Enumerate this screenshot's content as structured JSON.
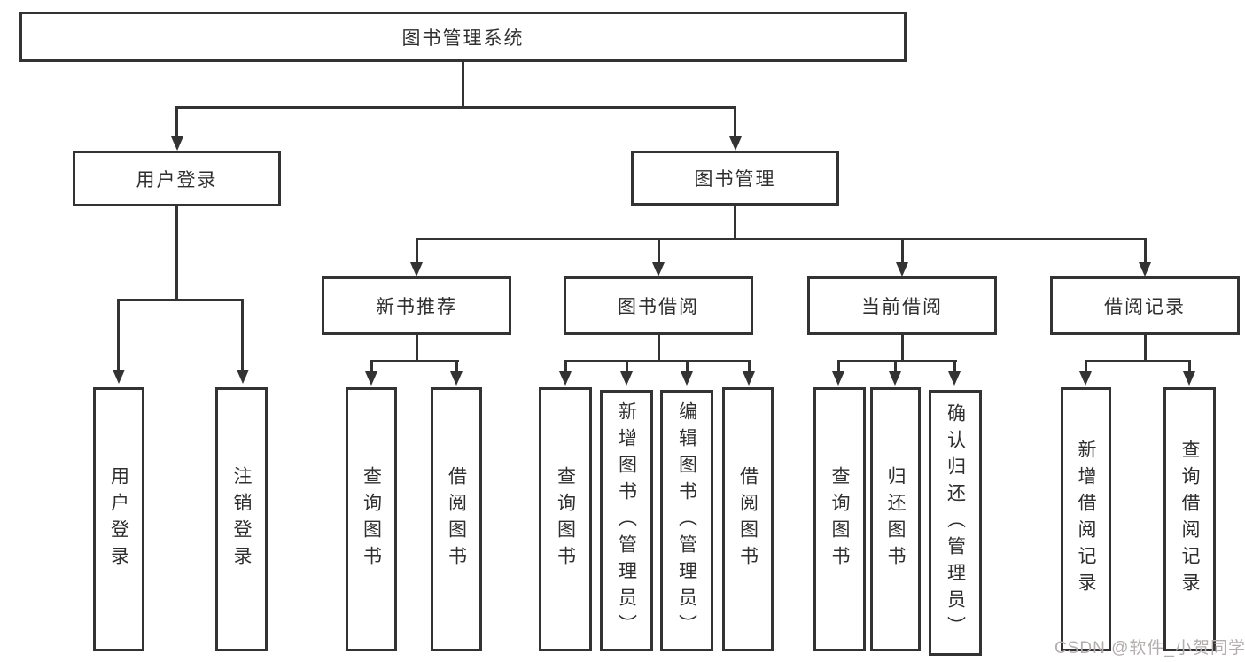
{
  "diagram": {
    "root": {
      "label": "图书管理系统"
    },
    "level2": {
      "user_login": {
        "label": "用户登录"
      },
      "book_mgmt": {
        "label": "图书管理"
      }
    },
    "level3": {
      "new_books": {
        "label": "新书推荐"
      },
      "book_borrow": {
        "label": "图书借阅"
      },
      "current_borrow": {
        "label": "当前借阅"
      },
      "borrow_records": {
        "label": "借阅记录"
      }
    },
    "level4": {
      "login": {
        "label": "用户登录"
      },
      "logout": {
        "label": "注销登录"
      },
      "nb_query": {
        "label": "查询图书"
      },
      "nb_borrow": {
        "label": "借阅图书"
      },
      "bb_query": {
        "label": "查询图书"
      },
      "bb_add": {
        "label": "新增图书（管理员）"
      },
      "bb_edit": {
        "label": "编辑图书（管理员）"
      },
      "bb_borrow": {
        "label": "借阅图书"
      },
      "cb_query": {
        "label": "查询图书"
      },
      "cb_return": {
        "label": "归还图书"
      },
      "cb_confirm": {
        "label": "确认归还（管理员）"
      },
      "br_add": {
        "label": "新增借阅记录"
      },
      "br_query": {
        "label": "查询借阅记录"
      }
    }
  },
  "watermark": {
    "text": "CSDN @软件_小贺同学"
  },
  "colors": {
    "line": "#333333",
    "text": "#2f2f2f",
    "watermark": "#b3adad",
    "background": "#ffffff"
  }
}
